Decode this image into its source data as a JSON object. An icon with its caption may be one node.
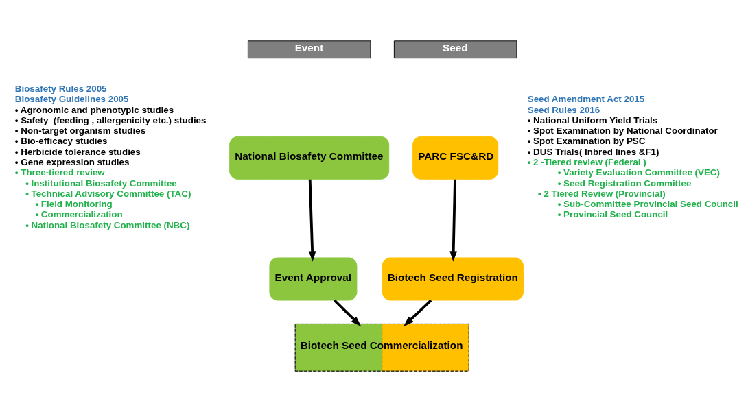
{
  "diagram": {
    "nodes": [
      {
        "text": [
          "Event"
        ]
      },
      {
        "text": [
          "Seed"
        ]
      },
      {
        "text": [
          "National Biosafety Committee"
        ]
      },
      {
        "text": [
          "Event Approval"
        ]
      },
      {
        "text": [
          "PARC FSC&RD"
        ]
      },
      {
        "text": [
          "Biotech Seed Registration"
        ]
      },
      {
        "text": [
          "Biotech Seed Commercialization"
        ]
      }
    ],
    "edges": [
      {
        "from": 2,
        "to": 3,
        "arrow": "to"
      },
      {
        "from": 4,
        "to": 5,
        "arrow": "to"
      },
      {
        "from": 3,
        "to": 6,
        "arrow": "to"
      },
      {
        "from": 5,
        "to": 6,
        "arrow": "to"
      }
    ],
    "labels": [
      "Biosafety Rules 2005",
      "Biosafety Guidelines 2005",
      "• Agronomic and phenotypic studies",
      "• Safety  (feeding , allergenicity etc.) studies",
      "• Non-target organism studies",
      "• Bio-efficacy studies",
      "• Herbicide tolerance studies",
      "• Gene expression studies",
      "• Three-tiered review",
      "• Institutional Biosafety Committee",
      "• Technical Advisory Committee (TAC)",
      "• Field Monitoring",
      "• Commercialization",
      "• National Biosafety Committee (NBC)",
      "Seed Amendment Act 2015",
      "Seed Rules 2016",
      "• National Uniform Yield Trials",
      "• Spot Examination by National Coordinator",
      "• Spot Examination by PSC",
      "• DUS Trials( Inbred lines &F1)",
      "• 2 -Tiered review (Federal )",
      "• Variety Evaluation Committee (VEC)",
      "• Seed Registration Committee",
      "• 2 Tiered Review (Provincial)",
      "• Sub-Committee Provincial Seed Council",
      "• Provincial Seed Council"
    ]
  }
}
